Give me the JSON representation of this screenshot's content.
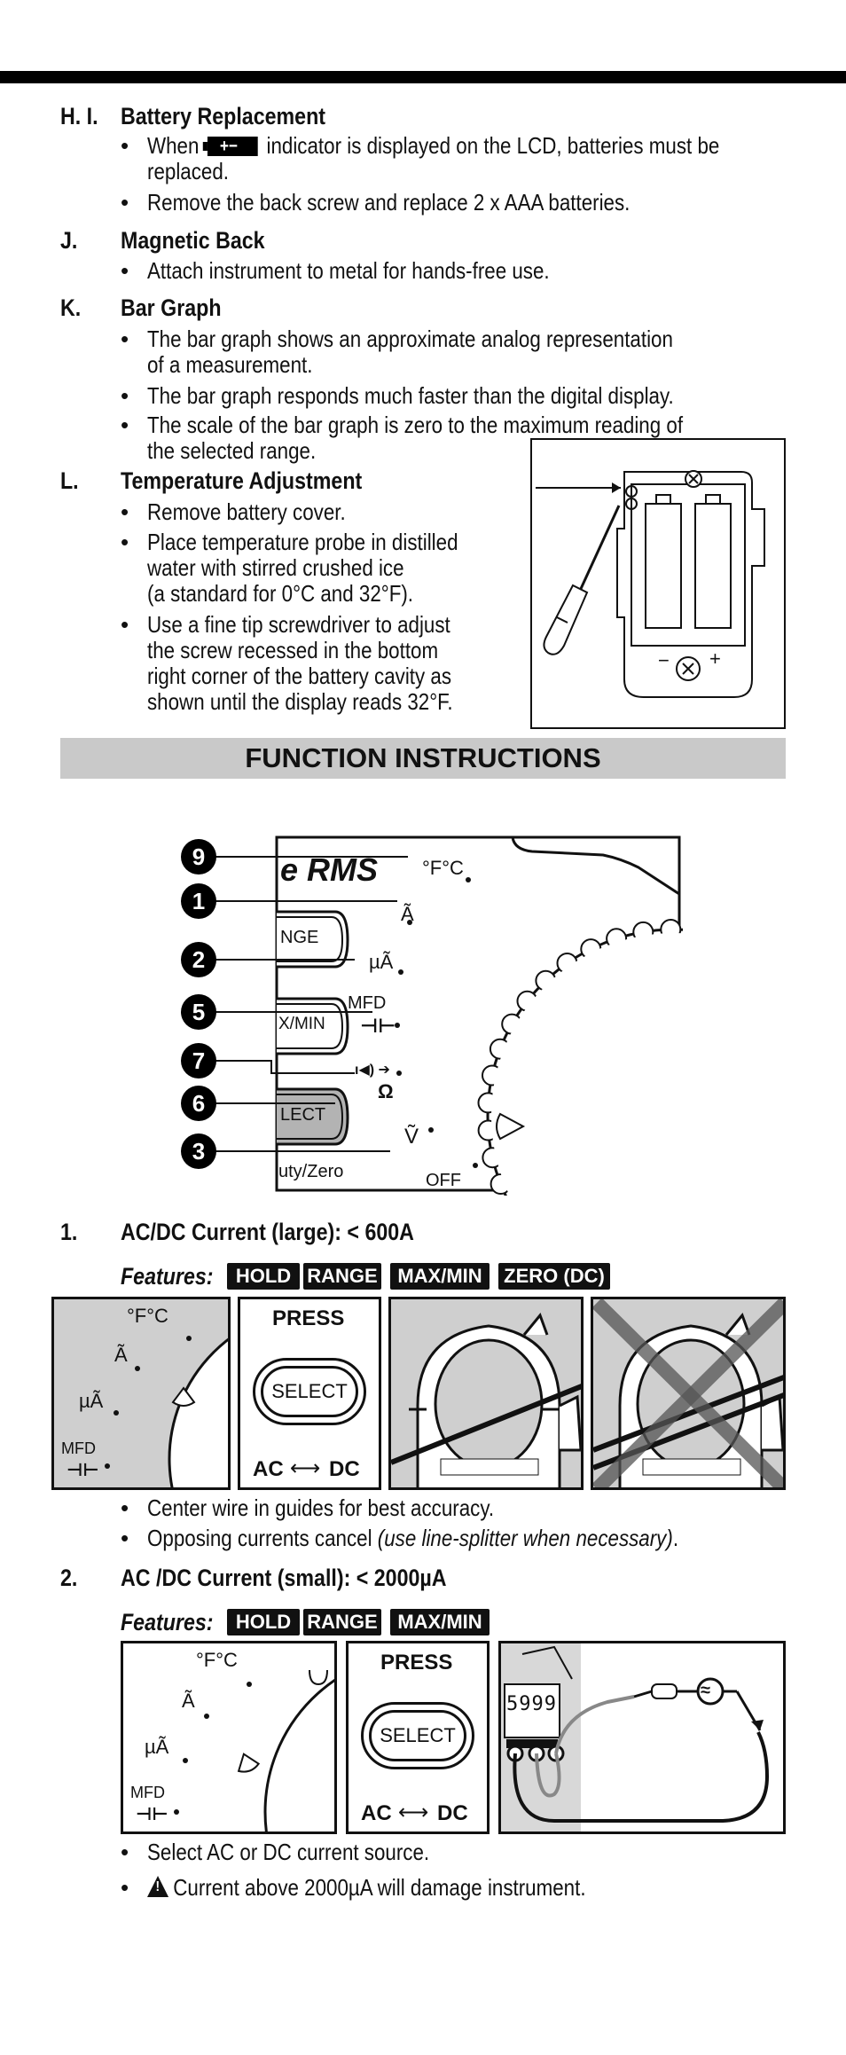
{
  "sections": {
    "hi": {
      "label": "H. I.",
      "title": "Battery Replacement",
      "b1_pre": "When",
      "b1_post": "indicator is displayed on the LCD, batteries must be",
      "b1_line2": "replaced.",
      "b2": "Remove the back screw and replace 2 x AAA batteries."
    },
    "j": {
      "label": "J.",
      "title": "Magnetic Back",
      "b1": "Attach instrument to metal for hands-free use."
    },
    "k": {
      "label": "K.",
      "title": "Bar Graph",
      "b1_line1": "The bar graph shows an approximate analog representation",
      "b1_line2": "of a measurement.",
      "b2": "The bar graph responds much faster than the digital display.",
      "b3_line1": "The scale of the bar graph is zero to the maximum reading of",
      "b3_line2": "the selected range."
    },
    "l": {
      "label": "L.",
      "title": "Temperature Adjustment",
      "b1": "Remove battery cover.",
      "b2_lines": [
        "Place temperature probe in distilled",
        "water with stirred crushed ice",
        "(a standard for 0°C and 32°F)."
      ],
      "b3_lines": [
        "Use a fine tip screwdriver to adjust",
        "the screw recessed in the bottom",
        "right corner of the battery cavity as",
        "shown until the display reads 32°F."
      ]
    }
  },
  "battery_diagram": {
    "minus": "−",
    "plus": "+"
  },
  "function_header": "FUNCTION INSTRUCTIONS",
  "dial": {
    "numbers": [
      "9",
      "1",
      "2",
      "5",
      "7",
      "6",
      "3"
    ],
    "brand": "e RMS",
    "positions": {
      "temp": "°F°C",
      "amps": "Ã",
      "microamps": "µÃ",
      "mfd": "MFD",
      "cap": "⊣⊢",
      "diode": "ı◀) ➔",
      "ohm": "Ω",
      "volts": "Ṽ",
      "off": "OFF"
    },
    "buttons": {
      "range": "NGE",
      "maxmin": "X/MIN",
      "select": "LECT",
      "duty": "uty/Zero"
    }
  },
  "function1": {
    "num": "1.",
    "title": "AC/DC Current (large): < 600A",
    "features_label": "Features:",
    "badges": [
      "HOLD",
      "RANGE",
      "MAX/MIN",
      "ZERO (DC)"
    ],
    "press": "PRESS",
    "select": "SELECT",
    "ac": "AC",
    "dc": "DC",
    "bullets": [
      "Center wire in guides for best accuracy."
    ],
    "bullet2_pre": "Opposing currents cancel ",
    "bullet2_italic": "(use line-splitter when necessary)",
    "bullet2_post": "."
  },
  "function2": {
    "num": "2.",
    "title": "AC /DC Current (small): < 2000µA",
    "features_label": "Features:",
    "badges": [
      "HOLD",
      "RANGE",
      "MAX/MIN"
    ],
    "press": "PRESS",
    "select": "SELECT",
    "ac": "AC",
    "dc": "DC",
    "lcd": "5999",
    "bullet1": "Select AC or DC current source.",
    "bullet2": "Current above 2000µA will damage instrument."
  },
  "dial_mini": {
    "temp": "°F°C",
    "amps": "Ã",
    "microamps": "µÃ",
    "mfd": "MFD",
    "cap": "⊣⊢"
  }
}
